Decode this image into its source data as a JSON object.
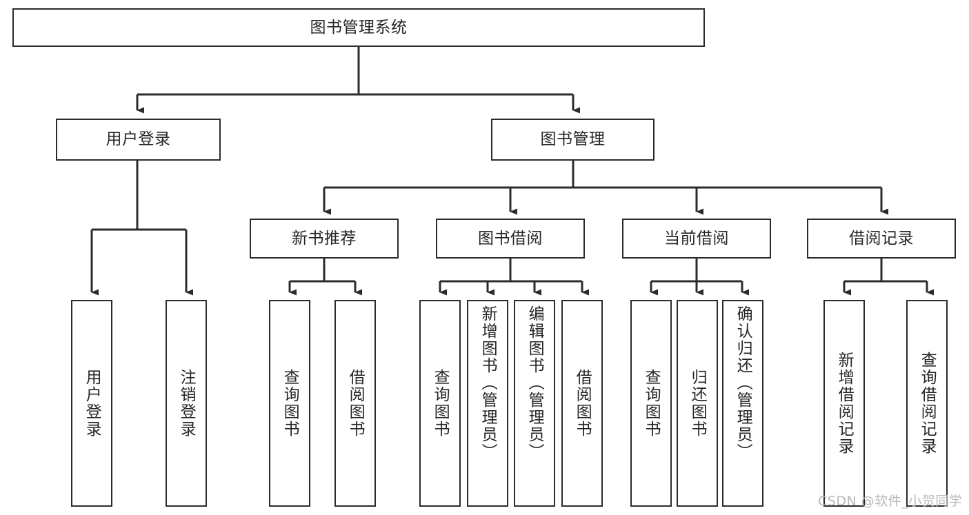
{
  "diagram": {
    "type": "tree-hierarchy-diagram",
    "title": "图书管理系统",
    "stroke_color": "#2b2b2b",
    "text_color": "#262626",
    "background_color": "#ffffff",
    "watermark": "CSDN @软件_小贺同学",
    "levels": {
      "root": {
        "label": "图书管理系统"
      },
      "level2": [
        {
          "label": "用户登录"
        },
        {
          "label": "图书管理"
        }
      ],
      "level3": [
        {
          "label": "新书推荐"
        },
        {
          "label": "图书借阅"
        },
        {
          "label": "当前借阅"
        },
        {
          "label": "借阅记录"
        }
      ],
      "leaves": {
        "user_login": [
          {
            "label": "用户登录"
          },
          {
            "label": "注销登录"
          }
        ],
        "new_book_recommend": [
          {
            "label": "查询图书"
          },
          {
            "label": "借阅图书"
          }
        ],
        "book_borrow": [
          {
            "label": "查询图书"
          },
          {
            "label": "新增图书（管理员）"
          },
          {
            "label": "编辑图书（管理员）"
          },
          {
            "label": "借阅图书"
          }
        ],
        "current_borrow": [
          {
            "label": "查询图书"
          },
          {
            "label": "归还图书"
          },
          {
            "label": "确认归还（管理员）"
          }
        ],
        "borrow_record": [
          {
            "label": "新增借阅记录"
          },
          {
            "label": "查询借阅记录"
          }
        ]
      }
    }
  }
}
